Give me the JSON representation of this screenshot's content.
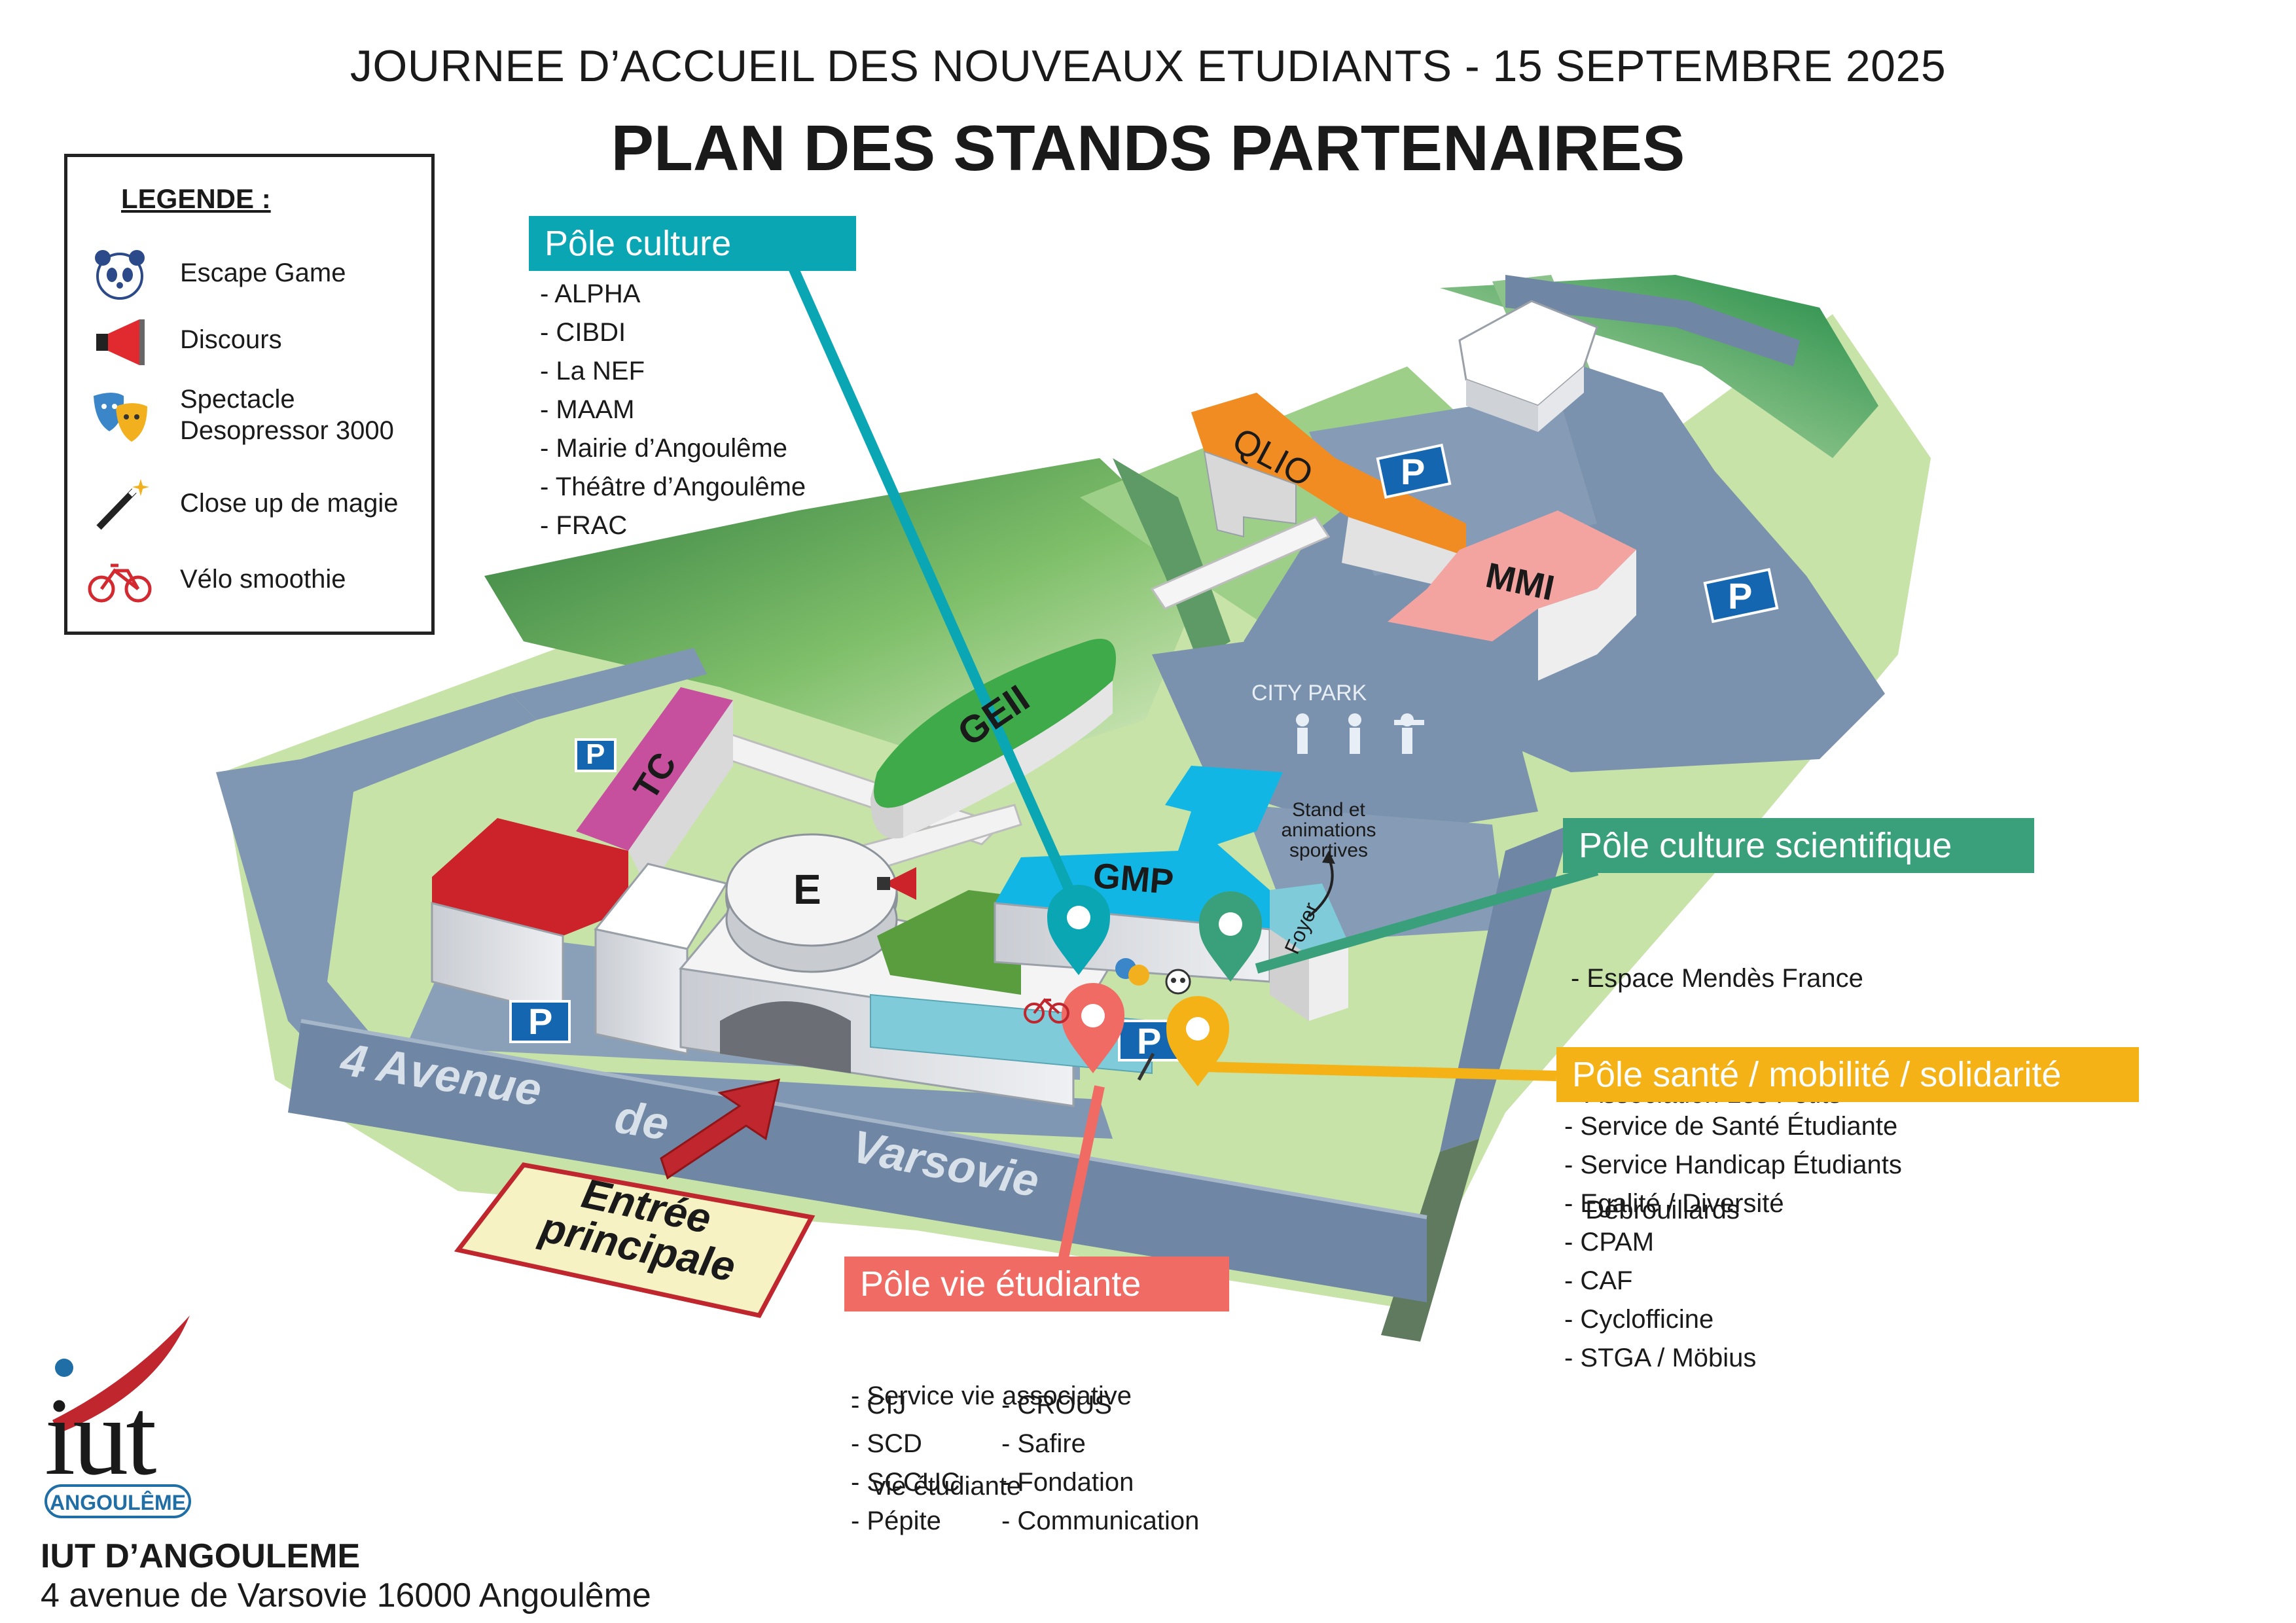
{
  "header": {
    "subtitle": "JOURNEE D’ACCUEIL DES NOUVEAUX ETUDIANTS - 15 SEPTEMBRE 2025",
    "title": "PLAN DES STANDS PARTENAIRES"
  },
  "legend": {
    "title": "LEGENDE :",
    "items": [
      {
        "label": "Escape Game",
        "icon": "panda-icon"
      },
      {
        "label": "Discours",
        "icon": "megaphone-icon"
      },
      {
        "label": "Spectacle Desopressor 3000",
        "line1": "Spectacle",
        "line2": "Desopressor 3000",
        "icon": "theatre-masks-icon"
      },
      {
        "label": "Close up de magie",
        "icon": "magic-wand-icon"
      },
      {
        "label": "Vélo smoothie",
        "icon": "bicycle-icon"
      }
    ]
  },
  "buildings": {
    "tc": "TC",
    "geii": "GEII",
    "e": "E",
    "gmp": "GMP",
    "foyer": "Foyer",
    "qlio": "QLIO",
    "mmi": "MMI",
    "parking": "P",
    "city_park": "CITY PARK",
    "stand_sport": [
      "Stand et",
      "animations",
      "sportives"
    ]
  },
  "street": {
    "part1": "4 Avenue",
    "part2": "de",
    "part3": "Varsovie"
  },
  "entrance": {
    "line1": "Entrée",
    "line2": "principale"
  },
  "poles": {
    "culture": {
      "title": "Pôle culture",
      "color": "#0aa6b4",
      "items": [
        "- ALPHA",
        "- CIBDI",
        "- La NEF",
        "- MAAM",
        "- Mairie d’Angoulême",
        "- Théâtre d’Angoulême",
        "-  FRAC"
      ]
    },
    "science": {
      "title": "Pôle culture scientifique",
      "color": "#3aa07c",
      "items": [
        "- Espace Mendès France",
        "- Association Les Petits",
        "  Débrouillards"
      ]
    },
    "health": {
      "title": "Pôle santé / mobilité / solidarité",
      "color": "#f4b216",
      "items": [
        "- Service de Santé Étudiante",
        "- Service Handicap Étudiants",
        "-  Egalité / Diversité",
        "- CPAM",
        "- CAF",
        "- Cyclofficine",
        "- STGA / Möbius"
      ]
    },
    "student": {
      "title": "Pôle vie étudiante",
      "color": "#ef6b63",
      "items_top": [
        "- Service vie associative",
        "   vie étudiante"
      ],
      "col1": [
        "- CIJ",
        "- SCD",
        "- SCCUC",
        "-  Pépite"
      ],
      "col2": [
        "- CROUS",
        "- Safire",
        "-  Fondation",
        "-  Communication"
      ]
    }
  },
  "logo": {
    "text": "iut",
    "sub": "ANGOULÊME"
  },
  "footer": {
    "name": "IUT D’ANGOULEME",
    "address": "4 avenue de Varsovie 16000 Angoulême"
  }
}
